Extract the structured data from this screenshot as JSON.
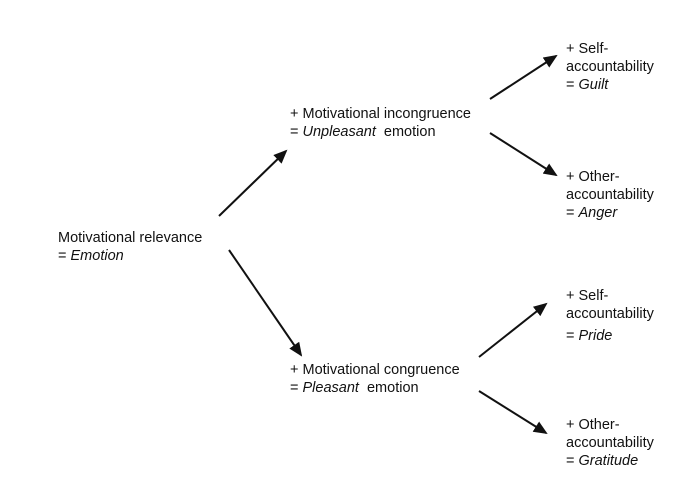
{
  "colors": {
    "text": "#111111",
    "arrow": "#111111",
    "background": "#ffffff"
  },
  "nodes": {
    "root": {
      "line1": "Motivational relevance",
      "line2_prefix": "= ",
      "line2_emphasis": "Emotion"
    },
    "incongruence": {
      "line1": "+ Motivational incongruence",
      "line2_prefix": "= ",
      "line2_emphasis": "Unpleasant",
      "line2_suffix": "  emotion"
    },
    "congruence": {
      "line1": "+ Motivational congruence",
      "line2_prefix": "= ",
      "line2_emphasis": "Pleasant",
      "line2_suffix": "  emotion"
    },
    "guilt": {
      "line1": "+ Self-",
      "line2": "accountability",
      "line3_prefix": "= ",
      "line3_emphasis": "Guilt"
    },
    "anger": {
      "line1": "+ Other-",
      "line2": "accountability",
      "line3_prefix": "= ",
      "line3_emphasis": "Anger"
    },
    "pride": {
      "line1": "+ Self-",
      "line2": "accountability",
      "line3_prefix": "= ",
      "line3_emphasis": "Pride"
    },
    "gratitude": {
      "line1": "+ Other-",
      "line2": "accountability",
      "line3_prefix": "= ",
      "line3_emphasis": "Gratitude"
    }
  },
  "edges": [
    {
      "from": "root",
      "to": "incongruence"
    },
    {
      "from": "root",
      "to": "congruence"
    },
    {
      "from": "incongruence",
      "to": "guilt"
    },
    {
      "from": "incongruence",
      "to": "anger"
    },
    {
      "from": "congruence",
      "to": "pride"
    },
    {
      "from": "congruence",
      "to": "gratitude"
    }
  ]
}
